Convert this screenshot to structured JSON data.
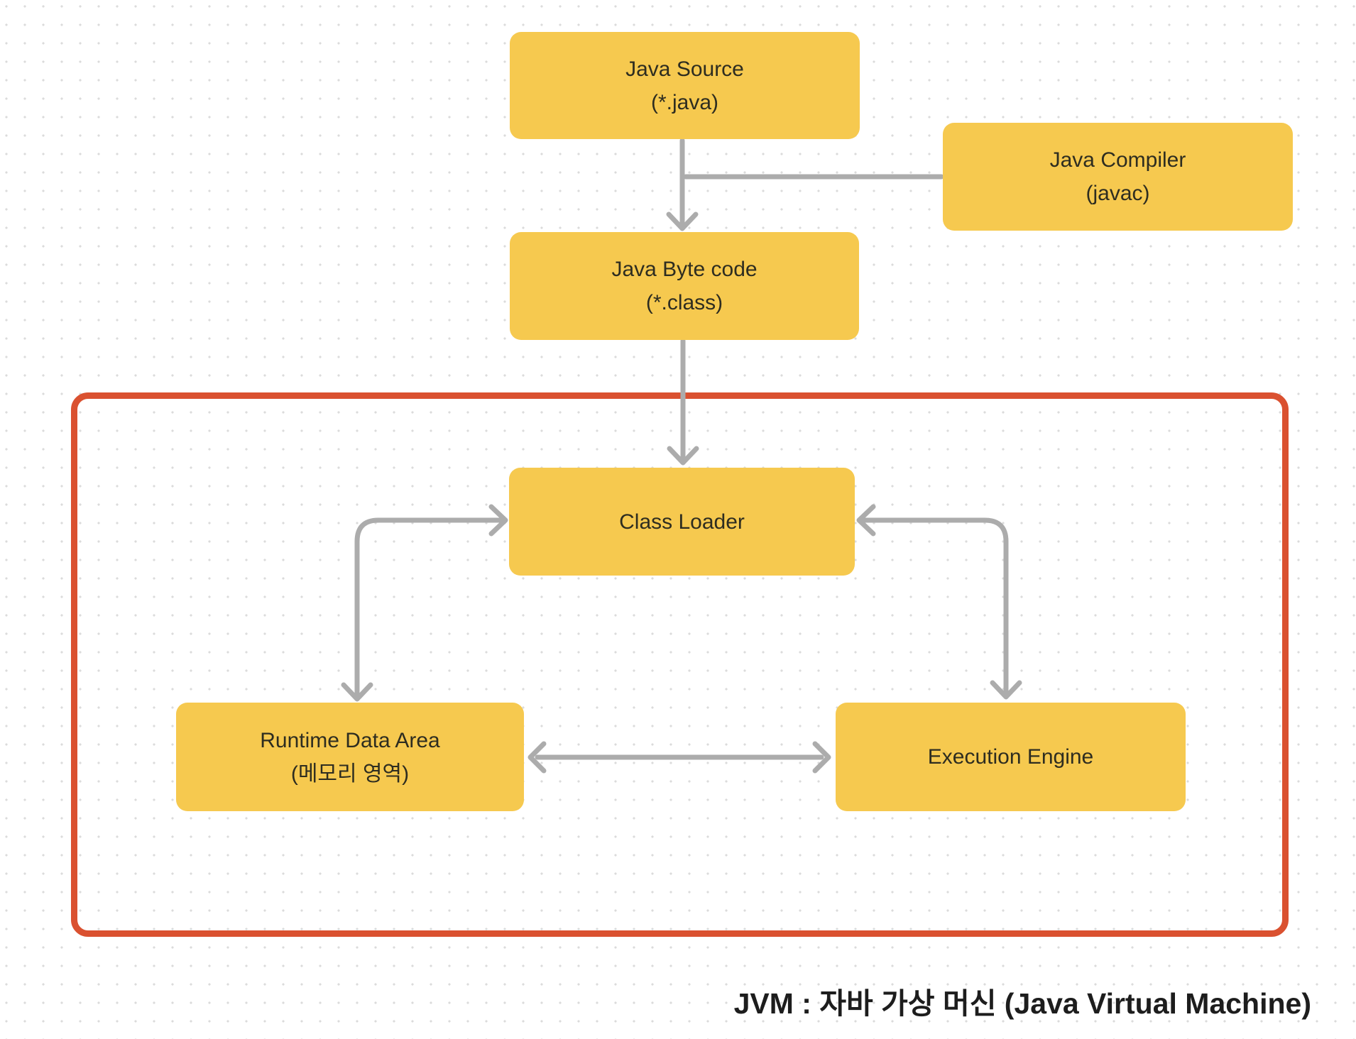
{
  "diagram": {
    "nodes": {
      "java_source": {
        "title": "Java Source",
        "subtitle": "(*.java)"
      },
      "java_compiler": {
        "title": "Java Compiler",
        "subtitle": "(javac)"
      },
      "java_byte_code": {
        "title": "Java Byte code",
        "subtitle": "(*.class)"
      },
      "class_loader": {
        "title": "Class Loader"
      },
      "runtime_data_area": {
        "title": "Runtime Data Area",
        "subtitle": "(메모리 영역)"
      },
      "execution_engine": {
        "title": "Execution Engine"
      }
    },
    "caption": "JVM : 자바 가상 머신 (Java Virtual Machine)",
    "colors": {
      "node_fill": "#F6C94F",
      "jvm_border": "#DA5130",
      "connector": "#ACACAC",
      "node_text": "#2E2D20",
      "caption_text": "#1D1D1D",
      "grid_dot": "#DBDBDB",
      "background": "#FFFFFF"
    }
  }
}
